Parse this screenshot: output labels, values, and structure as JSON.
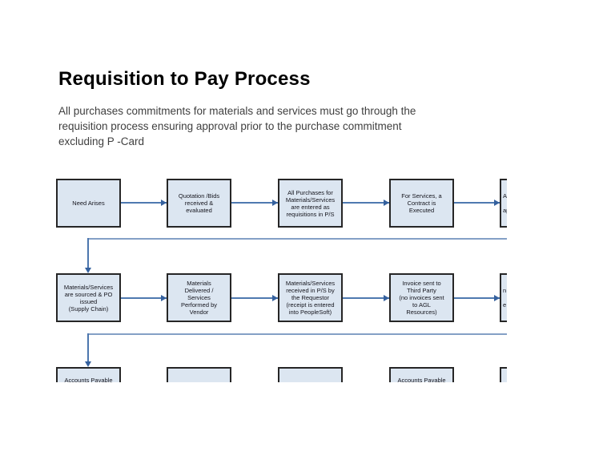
{
  "header": {
    "title": "Requisition to Pay Process",
    "subtitle_lines": [
      "All purchases commitments for materials and services must go through the",
      "requisition process ensuring approval prior to the purchase commitment",
      "excluding P -Card"
    ]
  },
  "colors": {
    "box_fill": "#dce6f1",
    "box_border": "#262626",
    "arrow_line": "#4f79b0",
    "arrow_head": "#35619e",
    "connector_horizontal": "#84a0c6",
    "connector_vertical": "#4c76ae",
    "background": "#ffffff"
  },
  "flowchart": {
    "row1": [
      {
        "text": "Need Arises"
      },
      {
        "text": "Quotation /Bids\nreceived &\nevaluated"
      },
      {
        "text": "All Purchases for\nMaterials/Services\nare entered as\nrequisitions in P/S"
      },
      {
        "text": "For Services, a\nContract is\nExecuted"
      },
      {
        "text": "A\n\nap"
      }
    ],
    "row2": [
      {
        "text": "Materials/Services\nare sourced & PO\nissued\n(Supply Chain)"
      },
      {
        "text": "Materials\nDelivered /\nServices\nPerformed by\nVendor"
      },
      {
        "text": "Materials/Services\nreceived in P/S by\nthe Requestor\n(receipt is entered\ninto PeopleSoft)"
      },
      {
        "text": "Invoice sent to\nThird Party\n(no invoices sent\nto AGL\nResources)"
      },
      {
        "text": "n\n\ne"
      }
    ],
    "row3": [
      {
        "text": "Accounts Payable"
      },
      {
        "text": ""
      },
      {
        "text": ""
      },
      {
        "text": "Accounts Payable"
      },
      {
        "text": ""
      }
    ]
  }
}
